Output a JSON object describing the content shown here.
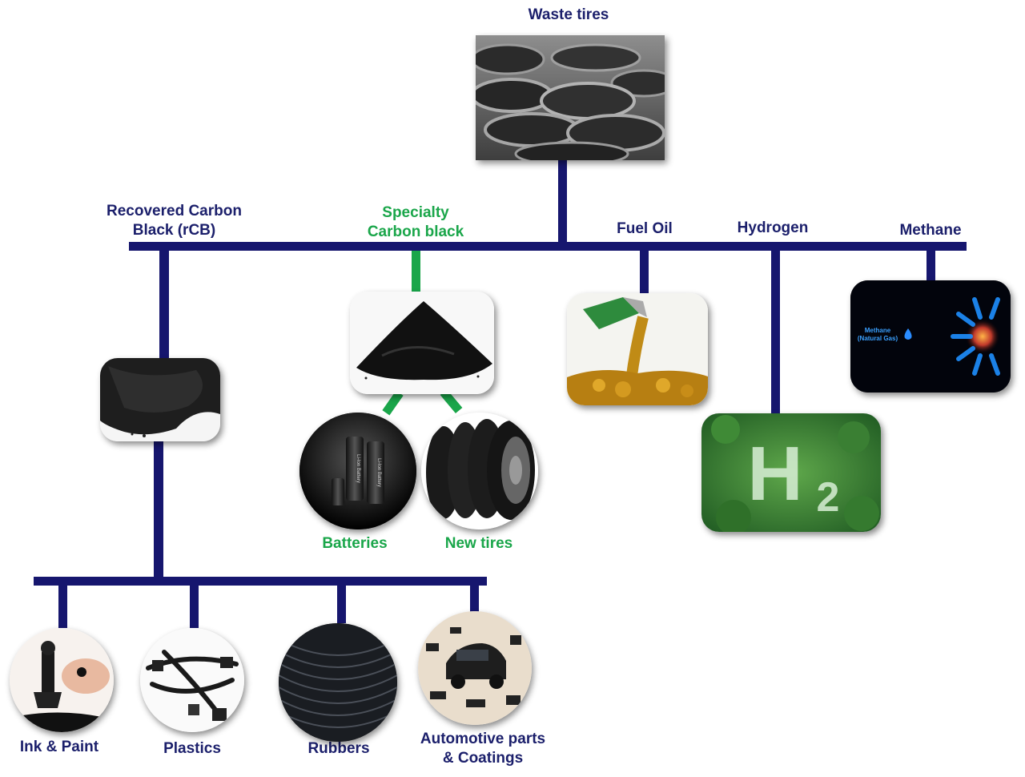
{
  "root": {
    "label": "Waste tires"
  },
  "branches": {
    "rcb": {
      "line1": "Recovered Carbon",
      "line2": "Black (rCB)"
    },
    "specialty": {
      "line1": "Specialty",
      "line2": "Carbon black"
    },
    "fuel_oil": {
      "label": "Fuel Oil"
    },
    "hydrogen": {
      "label": "Hydrogen"
    },
    "methane": {
      "label": "Methane",
      "image_text_line1": "Methane",
      "image_text_line2": "(Natural Gas)"
    }
  },
  "specialty_products": [
    {
      "label": "Batteries",
      "battery_text": "Li-Ion Battery"
    },
    {
      "label": "New tires"
    }
  ],
  "rcb_products": [
    {
      "label": "Ink & Paint"
    },
    {
      "label": "Plastics"
    },
    {
      "label": "Rubbers"
    },
    {
      "line1": "Automotive parts",
      "line2": "& Coatings"
    }
  ],
  "colors": {
    "navy": "#16166e",
    "green": "#1aa64a"
  }
}
